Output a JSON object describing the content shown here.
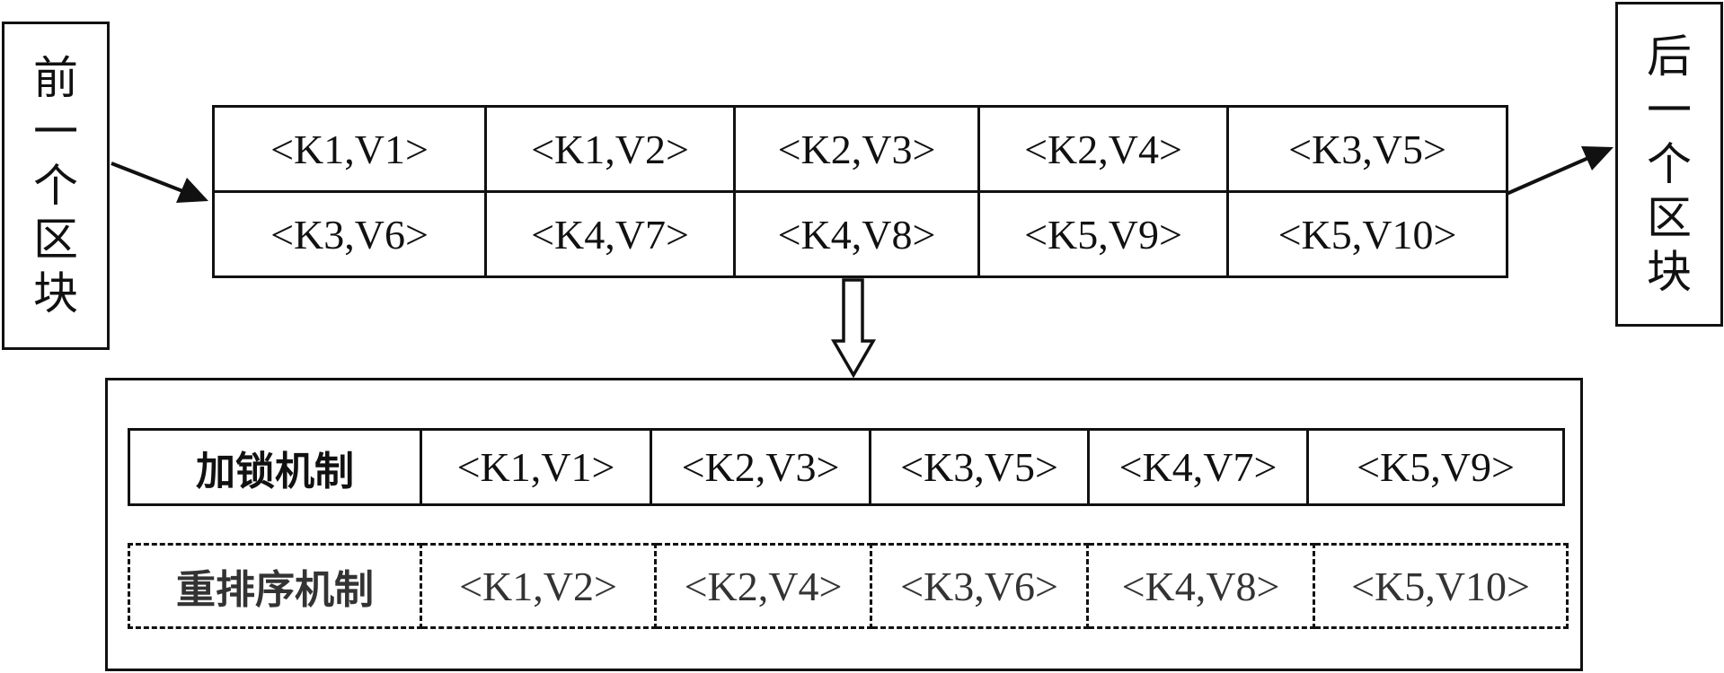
{
  "prev_block": {
    "chars": [
      "前",
      "一",
      "个",
      "区",
      "块"
    ]
  },
  "next_block": {
    "chars": [
      "后",
      "一",
      "个",
      "区",
      "块"
    ]
  },
  "block": {
    "rows": [
      [
        "<K1,V1>",
        "<K1,V2>",
        "<K2,V3>",
        "<K2,V4>",
        "<K3,V5>"
      ],
      [
        "<K3,V6>",
        "<K4,V7>",
        "<K4,V8>",
        "<K5,V9>",
        "<K5,V10>"
      ]
    ]
  },
  "mechanisms": {
    "locking": {
      "label": "加锁机制",
      "cells": [
        "<K1,V1>",
        "<K2,V3>",
        "<K3,V5>",
        "<K4,V7>",
        "<K5,V9>"
      ]
    },
    "reordering": {
      "label": "重排序机制",
      "cells": [
        "<K1,V2>",
        "<K2,V4>",
        "<K3,V6>",
        "<K4,V8>",
        "<K5,V10>"
      ]
    }
  }
}
